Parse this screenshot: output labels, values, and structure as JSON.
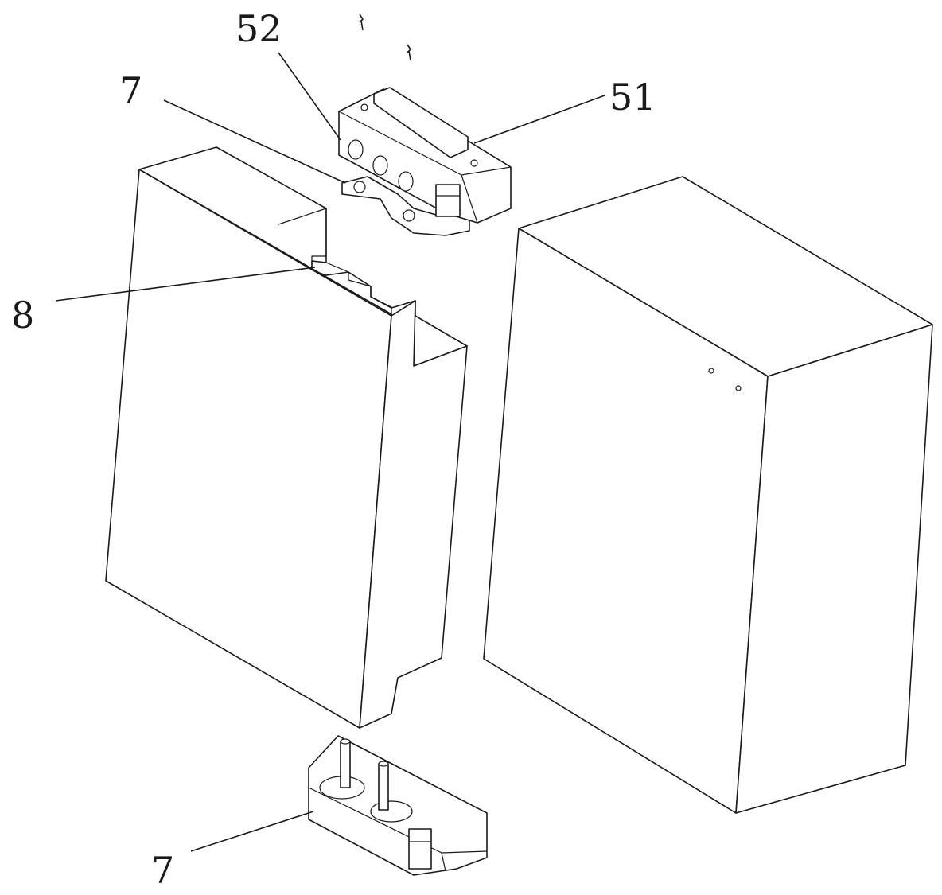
{
  "callouts": {
    "label_52": "52",
    "label_51": "51",
    "label_7_top": "7",
    "label_8": "8",
    "label_7_bottom": "7"
  },
  "colors": {
    "line": "#1a1a1a",
    "background": "#ffffff"
  }
}
